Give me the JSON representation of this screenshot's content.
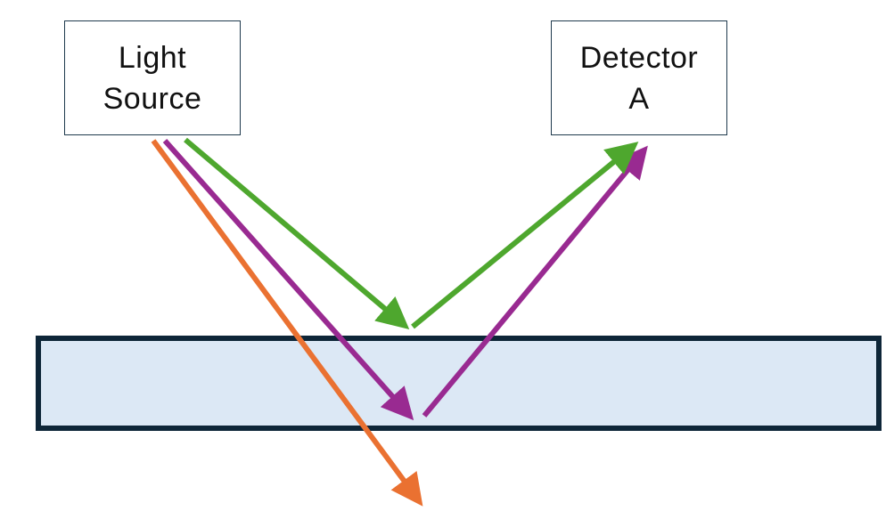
{
  "diagram": {
    "light_source_label": "Light\nSource",
    "detector_label": "Detector\nA",
    "colors": {
      "slab_fill": "#dce8f5",
      "slab_border": "#0e2638",
      "box_border": "#1f3a4d",
      "ray_green": "#4ea72e",
      "ray_purple": "#992a91",
      "ray_orange": "#ea7131"
    },
    "rays": [
      {
        "name": "green-reflected-surface",
        "color_key": "ray_green",
        "description_kind": "reflection at top surface"
      },
      {
        "name": "purple-reflected-bottom",
        "color_key": "ray_purple",
        "description_kind": "reflection at bottom surface"
      },
      {
        "name": "orange-transmitted",
        "color_key": "ray_orange",
        "description_kind": "transmitted through slab"
      }
    ]
  }
}
